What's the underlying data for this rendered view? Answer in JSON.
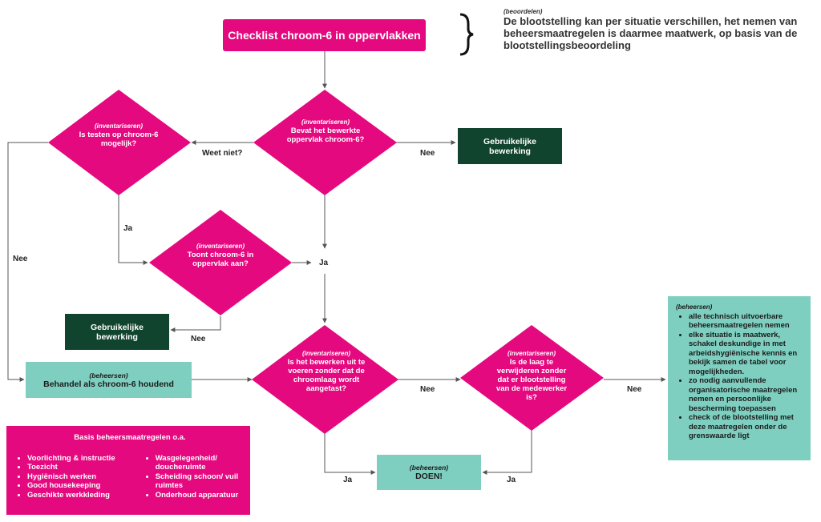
{
  "title": "Checklist chroom-6 in oppervlakken",
  "note": {
    "tag": "(beoordelen)",
    "text": "De blootstelling kan per situatie verschillen, het nemen van beheersmaatregelen is daarmee maatwerk, op basis van de blootstellingsbeoordeling"
  },
  "decisions": {
    "d1": {
      "tag": "(inventariseren)",
      "text": "Bevat het bewerkte oppervlak chroom-6?"
    },
    "d2": {
      "tag": "(inventariseren)",
      "text": "Is testen op chroom-6 mogelijk?"
    },
    "d3": {
      "tag": "(inventariseren)",
      "text": "Toont chroom-6 in oppervlak aan?"
    },
    "d4": {
      "tag": "(inventariseren)",
      "text": "Is het bewerken uit te voeren zonder dat de chroomlaag wordt aangetast?"
    },
    "d5": {
      "tag": "(inventariseren)",
      "text": "Is de laag te verwijderen zonder dat er blootstelling van de medewerker is?"
    }
  },
  "actions": {
    "gebruikelijk1": "Gebruikelijke bewerking",
    "gebruikelijk2": "Gebruikelijke bewerking",
    "behandel": {
      "tag": "(beheersen)",
      "text": "Behandel als chroom-6 houdend"
    },
    "doen": {
      "tag": "(beheersen)",
      "text": "DOEN!"
    }
  },
  "edges": {
    "weet_niet": "Weet niet?",
    "nee_top": "Nee",
    "ja_d2": "Ja",
    "nee_left": "Nee",
    "ja_mid": "Ja",
    "nee_d3": "Nee",
    "nee_d4": "Nee",
    "nee_d5": "Nee",
    "ja_d4": "Ja",
    "ja_d5": "Ja"
  },
  "basis": {
    "title": "Basis beheersmaatregelen o.a.",
    "col1": [
      "Voorlichting & instructie",
      "Toezicht",
      "Hygiënisch werken",
      "Good housekeeping",
      "Geschikte werkkleding"
    ],
    "col2": [
      "Wasgelegenheid/ doucheruimte",
      "Scheiding schoon/ vuil ruimtes",
      "Onderhoud apparatuur"
    ]
  },
  "beheersen_list": {
    "tag": "(beheersen)",
    "items": [
      "alle technisch uitvoerbare beheersmaatregelen nemen",
      "elke situatie is maatwerk, schakel deskundige in met arbeidshygiënische kennis en bekijk samen de tabel voor mogelijkheden.",
      "zo nodig aanvullende organisatorische maatregelen nemen en persoonlijke bescherming toepassen",
      "check of de blootstelling met deze maatregelen onder de grenswaarde ligt"
    ]
  },
  "colors": {
    "pink": "#e5097f",
    "dark_green": "#11442e",
    "teal": "#7ecfc0"
  }
}
